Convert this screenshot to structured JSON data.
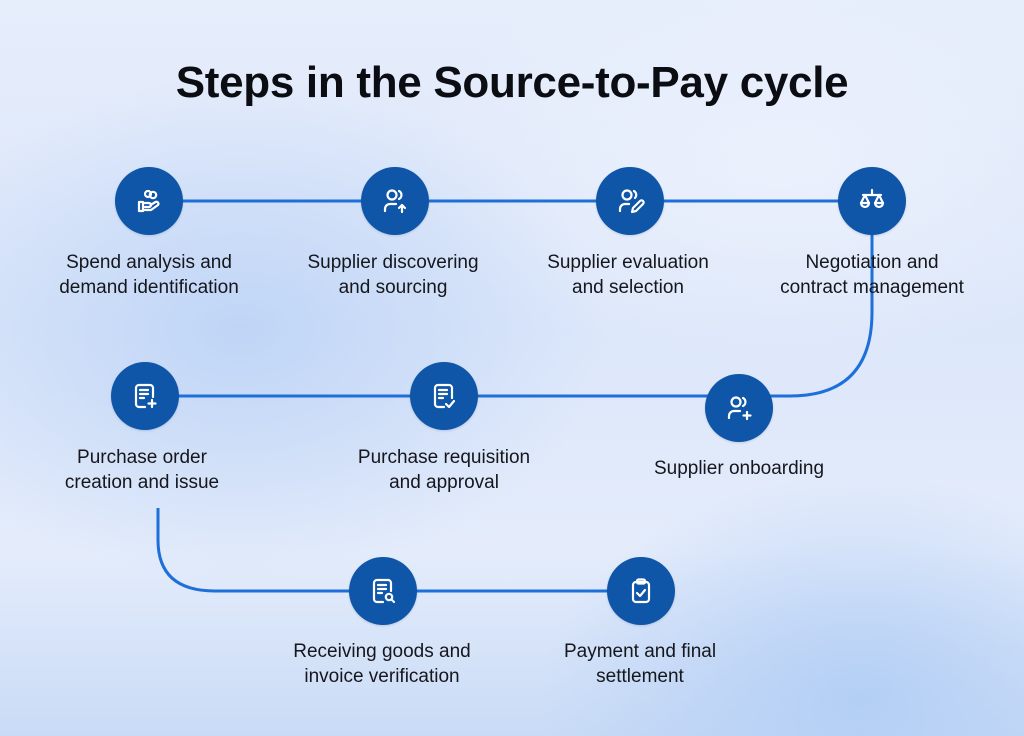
{
  "title": "Steps in the Source-to-Pay cycle",
  "colors": {
    "node_fill": "#0f55a8",
    "connector_line": "#1e6fd9",
    "icon_stroke": "#ffffff",
    "text": "#15171c"
  },
  "steps": [
    {
      "order": 1,
      "icon": "hand-coins-icon",
      "line1": "Spend analysis and",
      "line2": "demand identification"
    },
    {
      "order": 2,
      "icon": "users-arrow-up-icon",
      "line1": "Supplier discovering",
      "line2": "and sourcing"
    },
    {
      "order": 3,
      "icon": "user-edit-icon",
      "line1": "Supplier evaluation",
      "line2": "and selection"
    },
    {
      "order": 4,
      "icon": "scales-icon",
      "line1": "Negotiation and",
      "line2": "contract management"
    },
    {
      "order": 5,
      "icon": "users-plus-icon",
      "line1": "Supplier onboarding",
      "line2": ""
    },
    {
      "order": 6,
      "icon": "document-check-icon",
      "line1": "Purchase requisition",
      "line2": "and approval"
    },
    {
      "order": 7,
      "icon": "document-plus-icon",
      "line1": "Purchase order",
      "line2": "creation and issue"
    },
    {
      "order": 8,
      "icon": "document-search-icon",
      "line1": "Receiving goods and",
      "line2": "invoice verification"
    },
    {
      "order": 9,
      "icon": "clipboard-check-icon",
      "line1": "Payment and final",
      "line2": "settlement"
    }
  ]
}
